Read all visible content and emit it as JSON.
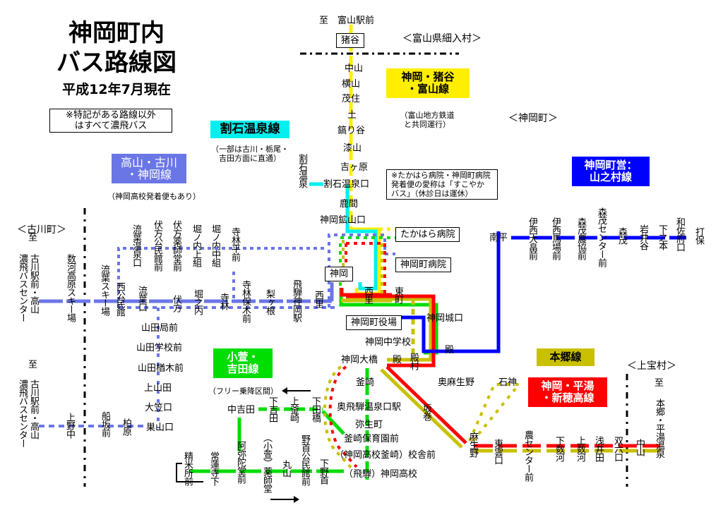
{
  "title": {
    "line1": "神岡町内",
    "line2": "バス路線図",
    "date": "平成12年7月現在"
  },
  "note_operator": "※特記がある路線以外\nはすべて濃飛バス",
  "note_sukoyaka": "※たかはら病院・神岡町病院\n発着便の愛称は「すこやか\nバス」（休診日は運休）",
  "regions": {
    "toyama": "＜富山県細入村＞",
    "kamioka": "＜神岡町＞",
    "furukawa": "＜古川町＞",
    "kamitakara": "＜上宝村＞"
  },
  "colors": {
    "takayama_furukawa": "#6b76e6",
    "toyama": "#ffee00",
    "waridashi": "#00f0f0",
    "yamanomura": "#0000ff",
    "okaya_yoshida": "#00dd00",
    "hongo": "#c8c000",
    "hirayu": "#ff0000"
  },
  "lines": {
    "toyama": {
      "name": "神岡・猪谷\n・富山線",
      "note": "（富山地方鉄道\nと共同運行）"
    },
    "waridashi": {
      "name": "割石温泉線",
      "note": "（一部は古川・栃尾・\n吉田方面に直通）"
    },
    "takayama": {
      "name": "高山・古川\n・神岡線",
      "note": "（神岡高校発着便もあり）"
    },
    "yamanomura": {
      "name": "神岡町営：\n山之村線"
    },
    "okaya": {
      "name": "小萱・\n吉田線",
      "note": "（フリー乗降区間）"
    },
    "hongo": {
      "name": "本郷線"
    },
    "hirayu": {
      "name": "神岡・平湯\n・新穂高線"
    }
  },
  "destinations": {
    "toyama_top": "至　富山駅前",
    "furukawa_top_to": "至",
    "furukawa_top_left": "濃飛バスセンター",
    "furukawa_top_right": "古川駅前・高山",
    "furukawa_bot_to": "至",
    "furukawa_bot_left": "濃飛バスセンター",
    "furukawa_bot_right": "古川駅前・高山",
    "hongo_to": "至",
    "hongo_dest": "本郷・平湯温泉"
  },
  "boxed_stops": {
    "inotani": "猪谷",
    "takahara": "たかはら病院",
    "kamioka_byoin": "神岡町病院",
    "kamioka": "神岡",
    "yakuba": "神岡町役場"
  },
  "stops_toyama": [
    "中山",
    "横山",
    "茂住",
    "土",
    "鎬り谷",
    "漆山",
    "吉ヶ原",
    "割石温泉口",
    "鹿間",
    "神岡鉱山口"
  ],
  "stop_waridashi_onsen": "割石温泉",
  "stops_takayama_main": [
    "数河高原スキー場",
    "流葉スキー場",
    "西公民館",
    "流葉口",
    "伏方",
    "堀之内",
    "寺林",
    "寺林保木前",
    "梨ヶ根",
    "飛騨神岡駅",
    "西里"
  ],
  "stops_takayama_upper": [
    "流葉温泉口",
    "伏方公民館前",
    "伏方薬師堂前",
    "堀ノ内上組",
    "堀ノ内中組",
    "寺林平前"
  ],
  "stops_yamada": [
    "山田局前",
    "山田学校前",
    "山田楢木前",
    "上山田",
    "大笠口",
    "巣山口"
  ],
  "stops_lower_west": [
    "上野中",
    "船坂前",
    "柏原"
  ],
  "stops_center": [
    "西里",
    "東町",
    "神岡城口",
    "神岡中学校",
    "殿",
    "殿村",
    "神岡大橋"
  ],
  "stops_yamanomura": [
    "南平",
    "伊西大畠前",
    "伊西馬場前",
    "森茂農協前",
    "森茂センター前",
    "森茂",
    "岩井谷",
    "下之本",
    "和佐府口",
    "打保"
  ],
  "stops_okaya_top": [
    "中吉田",
    "下吉田",
    "上釜崎",
    "下田橋"
  ],
  "stops_okaya_bottom": [
    "精米所前",
    "常蓮寺下",
    "阿弥陀堂前",
    "（小萱）薬師堂",
    "丸山",
    "野首公民館前",
    "下野首",
    "（飛騨）神岡高校"
  ],
  "stops_kamaki": [
    "釜崎",
    "奥飛騨温泉口駅",
    "弥生町",
    "釜崎保育園前",
    "（神岡高校釜崎）校舎前"
  ],
  "stops_hongo": [
    "坂巻",
    "麻生野",
    "東雲口",
    "農センター前",
    "下数河",
    "上数河",
    "浅井田",
    "双六口",
    "中山"
  ],
  "stops_hongo_branch": [
    "奥麻生野",
    "石神"
  ]
}
